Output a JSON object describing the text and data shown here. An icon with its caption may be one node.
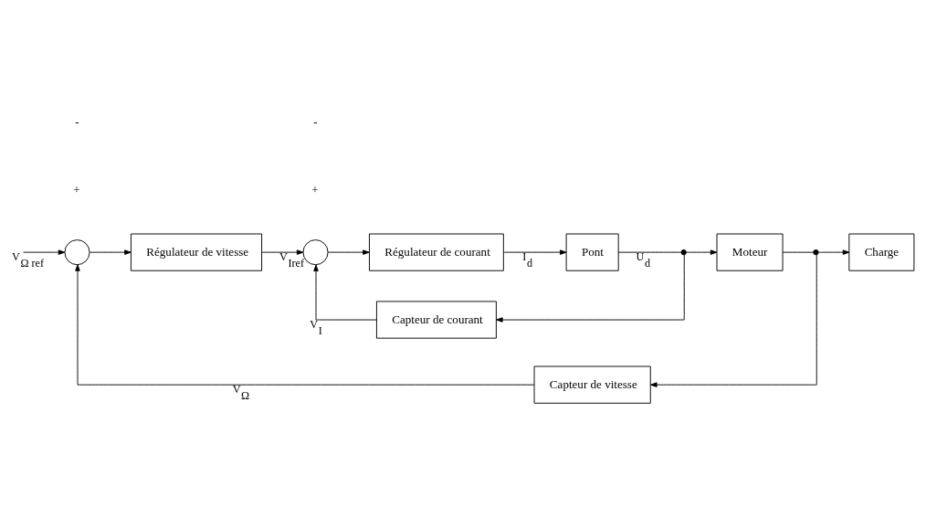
{
  "diagram": {
    "nodes": [
      {
        "text": [],
        "shape": "circle"
      },
      {
        "text": [
          "Régulateur de vitesse"
        ]
      },
      {
        "text": [],
        "shape": "circle"
      },
      {
        "text": [
          "Régulateur de courant"
        ]
      },
      {
        "text": [
          "Pont"
        ]
      },
      {
        "text": [],
        "shape": "dot"
      },
      {
        "text": [
          "Moteur"
        ]
      },
      {
        "text": [],
        "shape": "dot"
      },
      {
        "text": [
          "Charge"
        ]
      },
      {
        "text": [
          "Capteur de courant"
        ]
      },
      {
        "text": [
          "Capteur de vitesse"
        ]
      }
    ],
    "edges": [
      {
        "from": null,
        "to": 0,
        "arrow": "to",
        "label": "V$_{Ω ref}$"
      },
      {
        "from": 0,
        "to": 1,
        "arrow": "to"
      },
      {
        "from": 1,
        "to": 2,
        "arrow": "to",
        "label": "V$_{Iref}$"
      },
      {
        "from": 2,
        "to": 3,
        "arrow": "to"
      },
      {
        "from": 3,
        "to": 4,
        "arrow": "to",
        "label": "I$_{d}$"
      },
      {
        "from": 4,
        "to": 5,
        "arrow": "none",
        "label": "U$_{d}$"
      },
      {
        "from": 5,
        "to": 6,
        "arrow": "to"
      },
      {
        "from": 6,
        "to": 7,
        "arrow": "none"
      },
      {
        "from": 7,
        "to": 8,
        "arrow": "to"
      },
      {
        "from": 5,
        "to": 9,
        "arrow": "to"
      },
      {
        "from": 9,
        "to": 2,
        "arrow": "to",
        "label": "V$_{I}$"
      },
      {
        "from": 7,
        "to": 10,
        "arrow": "to"
      },
      {
        "from": 10,
        "to": 0,
        "arrow": "to",
        "label": "V$_{Ω}$"
      }
    ],
    "labels": [
      "+",
      "-",
      "+",
      "-"
    ]
  }
}
